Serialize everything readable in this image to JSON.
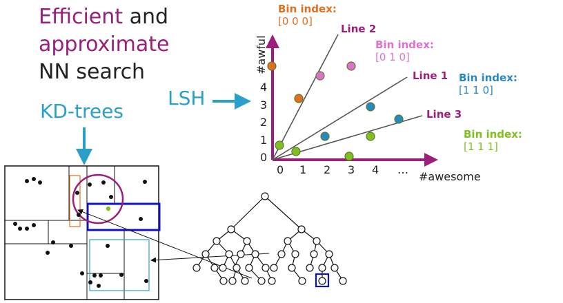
{
  "title": {
    "line1_a": "Efficient",
    "line1_b": " and",
    "line2": "approximate",
    "line3": "NN search"
  },
  "colors": {
    "purple": "#9b1f7a",
    "blue": "#2a9fc9",
    "orange": "#e07020",
    "pink": "#e070d0",
    "green": "#7fbf1f",
    "teal": "#2a88c0",
    "navy": "#1010c0"
  },
  "labels": {
    "kd_trees": "KD-trees",
    "lsh": "LSH"
  },
  "lsh_plot": {
    "y_axis_label": "#awful",
    "x_axis_label": "#awesome",
    "x_ticks": [
      "0",
      "1",
      "2",
      "3",
      "4",
      "…"
    ],
    "y_ticks": [
      "0",
      "1",
      "2",
      "3",
      "4"
    ],
    "lines": [
      {
        "name": "Line 1"
      },
      {
        "name": "Line 2"
      },
      {
        "name": "Line 3"
      }
    ],
    "bins": [
      {
        "title": "Bin index:",
        "value": "[0 0 0]"
      },
      {
        "title": "Bin index:",
        "value": "[0 1 0]"
      },
      {
        "title": "Bin index:",
        "value": "[1 1 0]"
      },
      {
        "title": "Bin index:",
        "value": "[1 1 1]"
      }
    ]
  }
}
